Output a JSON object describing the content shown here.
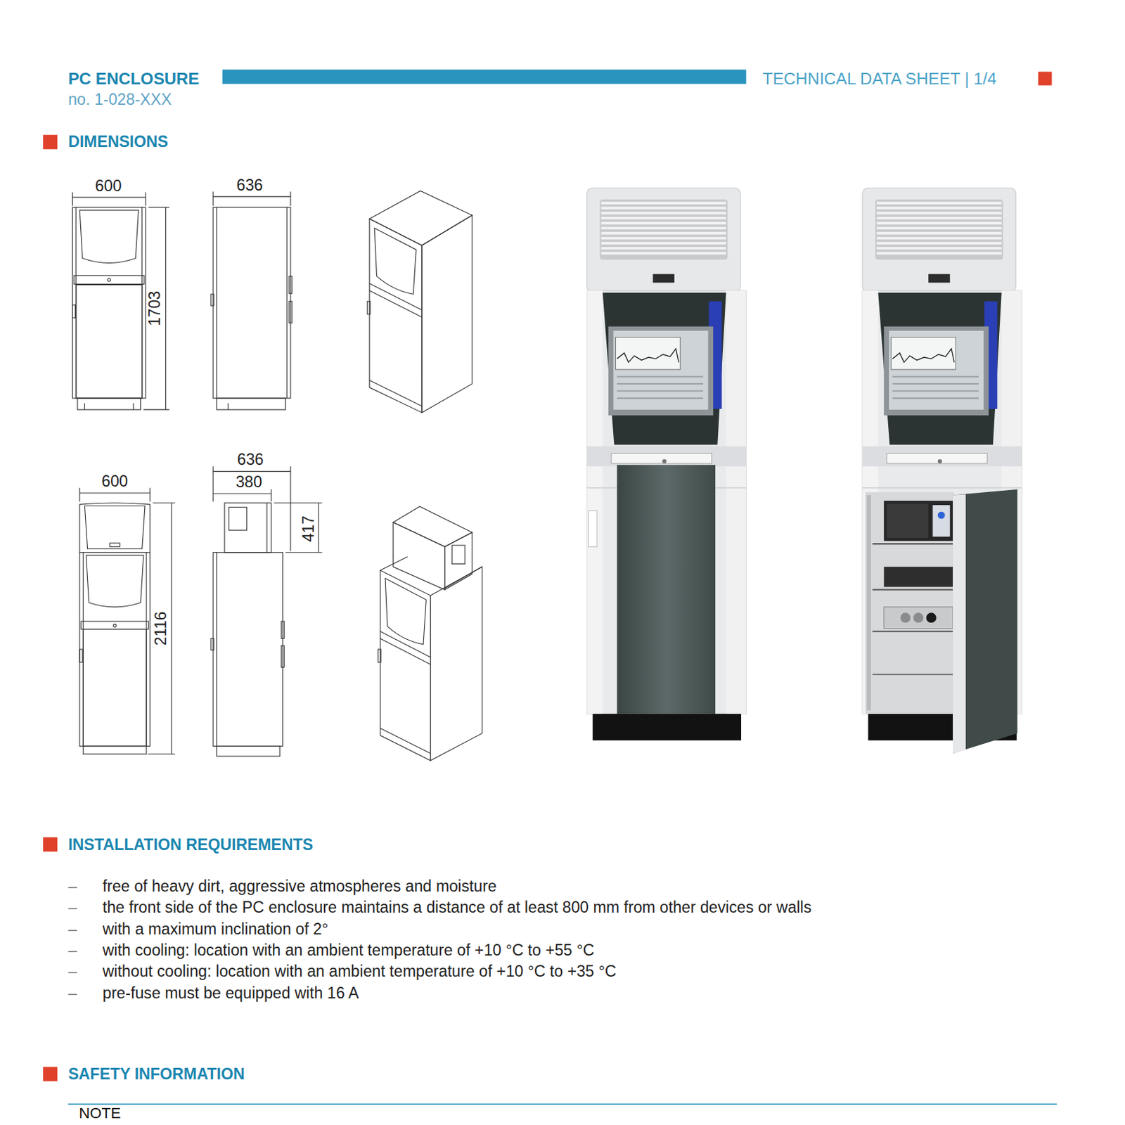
{
  "diagram": {
    "title": "PC ENCLOSURE",
    "labels": [
      "no. 1-028-XXX",
      "TECHNICAL DATA SHEET | 1/4",
      "DIMENSIONS",
      "600",
      "636",
      "1703",
      "600",
      "636",
      "380",
      "417",
      "2116",
      "INSTALLATION REQUIREMENTS",
      "–",
      "free of heavy dirt, aggressive atmospheres and moisture",
      "–",
      "the front side of the PC enclosure maintains a distance of at least 800 mm from other devices or walls",
      "–",
      "with a maximum inclination of 2°",
      "–",
      "with cooling: location with an ambient temperature of +10 °C to +55 °C",
      "–",
      "without cooling: location with an ambient temperature of +10 °C to +35 °C",
      "–",
      "pre-fuse must be equipped with 16 A",
      "SAFETY INFORMATION",
      "NOTE"
    ]
  }
}
